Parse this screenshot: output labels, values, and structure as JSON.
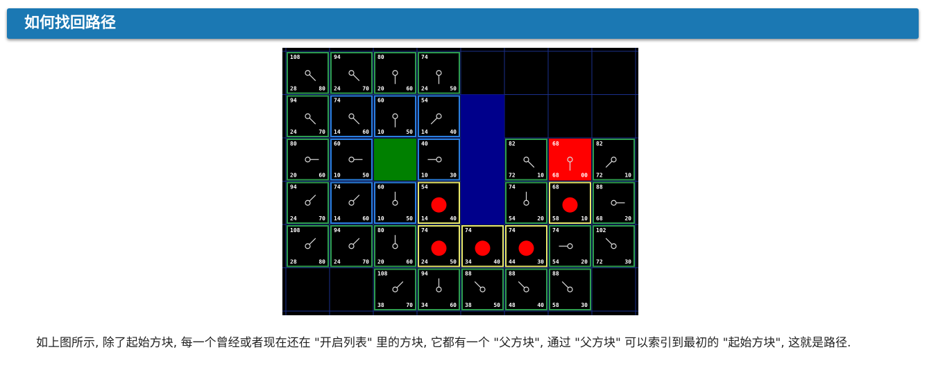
{
  "header": {
    "title": "如何找回路径"
  },
  "figure": {
    "colors": {
      "background": "#000000",
      "grid_line": "#1a2f8c",
      "open_border": "#2e9d4f",
      "closed_border": "#2a7fe0",
      "path_border": "#e8e86a",
      "start": "#008000",
      "target": "#ff0000",
      "wall": "#00008b",
      "path_dot": "#ff0000",
      "pointer": "#dddddd",
      "text": "#ffffff"
    },
    "cells": [
      {
        "row": 0,
        "col": 0,
        "type": "open",
        "f": "108",
        "g": "28",
        "h": "80",
        "dir": "se"
      },
      {
        "row": 0,
        "col": 1,
        "type": "open",
        "f": "94",
        "g": "24",
        "h": "70",
        "dir": "se"
      },
      {
        "row": 0,
        "col": 2,
        "type": "open",
        "f": "80",
        "g": "20",
        "h": "60",
        "dir": "s"
      },
      {
        "row": 0,
        "col": 3,
        "type": "open",
        "f": "74",
        "g": "24",
        "h": "50",
        "dir": "s"
      },
      {
        "row": 1,
        "col": 0,
        "type": "open",
        "f": "94",
        "g": "24",
        "h": "70",
        "dir": "se"
      },
      {
        "row": 1,
        "col": 1,
        "type": "closed",
        "f": "74",
        "g": "14",
        "h": "60",
        "dir": "se"
      },
      {
        "row": 1,
        "col": 2,
        "type": "closed",
        "f": "60",
        "g": "10",
        "h": "50",
        "dir": "s"
      },
      {
        "row": 1,
        "col": 3,
        "type": "closed",
        "f": "54",
        "g": "14",
        "h": "40",
        "dir": "sw"
      },
      {
        "row": 1,
        "col": 4,
        "type": "wall"
      },
      {
        "row": 2,
        "col": 0,
        "type": "open",
        "f": "80",
        "g": "20",
        "h": "60",
        "dir": "e"
      },
      {
        "row": 2,
        "col": 1,
        "type": "closed",
        "f": "60",
        "g": "10",
        "h": "50",
        "dir": "e"
      },
      {
        "row": 2,
        "col": 2,
        "type": "start"
      },
      {
        "row": 2,
        "col": 3,
        "type": "closed",
        "f": "40",
        "g": "10",
        "h": "30",
        "dir": "w"
      },
      {
        "row": 2,
        "col": 4,
        "type": "wall"
      },
      {
        "row": 2,
        "col": 5,
        "type": "open",
        "f": "82",
        "g": "72",
        "h": "10",
        "dir": "se"
      },
      {
        "row": 2,
        "col": 6,
        "type": "target",
        "f": "68",
        "g": "68",
        "h": "00",
        "dir": "s"
      },
      {
        "row": 2,
        "col": 7,
        "type": "open",
        "f": "82",
        "g": "72",
        "h": "10",
        "dir": "sw"
      },
      {
        "row": 3,
        "col": 0,
        "type": "open",
        "f": "94",
        "g": "24",
        "h": "70",
        "dir": "ne"
      },
      {
        "row": 3,
        "col": 1,
        "type": "closed",
        "f": "74",
        "g": "14",
        "h": "60",
        "dir": "ne"
      },
      {
        "row": 3,
        "col": 2,
        "type": "closed",
        "f": "60",
        "g": "10",
        "h": "50",
        "dir": "n"
      },
      {
        "row": 3,
        "col": 3,
        "type": "path",
        "f": "54",
        "g": "14",
        "h": "40"
      },
      {
        "row": 3,
        "col": 4,
        "type": "wall"
      },
      {
        "row": 3,
        "col": 5,
        "type": "open",
        "f": "74",
        "g": "54",
        "h": "20",
        "dir": "n"
      },
      {
        "row": 3,
        "col": 6,
        "type": "path",
        "f": "68",
        "g": "58",
        "h": "10"
      },
      {
        "row": 3,
        "col": 7,
        "type": "open",
        "f": "88",
        "g": "68",
        "h": "20",
        "dir": "e"
      },
      {
        "row": 4,
        "col": 0,
        "type": "open",
        "f": "108",
        "g": "28",
        "h": "80",
        "dir": "ne"
      },
      {
        "row": 4,
        "col": 1,
        "type": "open",
        "f": "94",
        "g": "24",
        "h": "70",
        "dir": "ne"
      },
      {
        "row": 4,
        "col": 2,
        "type": "open",
        "f": "80",
        "g": "20",
        "h": "60",
        "dir": "n"
      },
      {
        "row": 4,
        "col": 3,
        "type": "path",
        "f": "74",
        "g": "24",
        "h": "50"
      },
      {
        "row": 4,
        "col": 4,
        "type": "path",
        "f": "74",
        "g": "34",
        "h": "40"
      },
      {
        "row": 4,
        "col": 5,
        "type": "path",
        "f": "74",
        "g": "44",
        "h": "30"
      },
      {
        "row": 4,
        "col": 6,
        "type": "open",
        "f": "74",
        "g": "54",
        "h": "20",
        "dir": "w"
      },
      {
        "row": 4,
        "col": 7,
        "type": "open",
        "f": "102",
        "g": "72",
        "h": "30",
        "dir": "nw"
      },
      {
        "row": 5,
        "col": 2,
        "type": "open",
        "f": "108",
        "g": "38",
        "h": "70",
        "dir": "ne"
      },
      {
        "row": 5,
        "col": 3,
        "type": "open",
        "f": "94",
        "g": "34",
        "h": "60",
        "dir": "n"
      },
      {
        "row": 5,
        "col": 4,
        "type": "open",
        "f": "88",
        "g": "38",
        "h": "50",
        "dir": "nw"
      },
      {
        "row": 5,
        "col": 5,
        "type": "open",
        "f": "88",
        "g": "48",
        "h": "40",
        "dir": "nw"
      },
      {
        "row": 5,
        "col": 6,
        "type": "open",
        "f": "88",
        "g": "58",
        "h": "30",
        "dir": "nw"
      }
    ]
  },
  "paragraph": "如上图所示, 除了起始方块, 每一个曾经或者现在还在 \"开启列表\" 里的方块, 它都有一个 \"父方块\", 通过 \"父方块\" 可以索引到最初的 \"起始方块\", 这就是路径."
}
